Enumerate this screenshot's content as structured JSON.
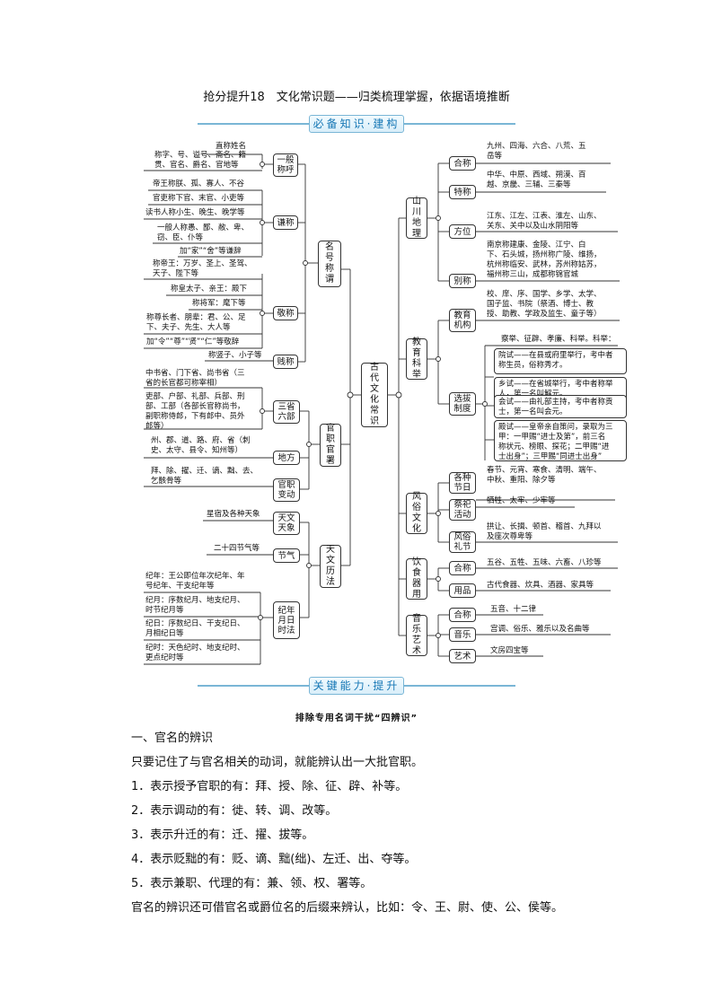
{
  "title": "抢分提升18　文化常识题——归类梳理掌握，依据语境推断",
  "banner1": "必备知识·建构",
  "banner2": "关键能力·提升",
  "center": "古代文化常识",
  "left": {
    "mingha": "名号称谓",
    "guanzhi": "官职官署",
    "tianwen": "天文历法",
    "yiban": "一般称呼",
    "qianc": "谦称",
    "jingc": "敬称",
    "jianc": "贱称",
    "sansheng": "三省六部",
    "difang": "地方",
    "guanbian": "官职变动",
    "tianwenxiang": "天文天象",
    "jieqi": "节气",
    "jinian": "纪年月日时法",
    "leaves": {
      "yiban_top": "直称姓名",
      "yiban": "称字、号、谥号、斋名、籍\n贯、官名、爵名、官地等",
      "q1": "帝王称朕、孤、寡人、不谷",
      "q2": "官吏称下官、末官、小吏等",
      "q3": "读书人称小生、晚生、晚学等",
      "q4": "一般人称愚、鄙、敝、卑、\n窃、臣、仆等",
      "q5": "加“家”“舍”等谦辞",
      "j1": "称帝王：万岁、圣上、圣驾、\n天子、陛下等",
      "j2": "称皇太子、亲王：殿下",
      "j3": "称将军：麾下等",
      "j4": "称尊长者、朋辈：君、公、足\n下、夫子、先生、大人等",
      "j5": "加“令”“尊”“贤”“仁”等敬辞",
      "jian": "称竖子、小子等",
      "s1": "中书省、门下省、尚书省（三\n省的长官都可称宰相）",
      "s2": "吏部、户部、礼部、兵部、刑\n部、工部（各部长官称尚书，\n副职称侍郎，下有郎中、员外\n郎等）",
      "df": "州、郡、道、路、府、省（刺\n史、太守、县令、知州等）",
      "bd": "拜、除、擢、迁、谪、黜、去、\n乞骸骨等",
      "tw": "星宿及各种天象",
      "jq": "二十四节气等",
      "n1": "纪年：王公即位年次纪年、年\n号纪年、干支纪年等",
      "n2": "纪月：序数纪月、地支纪月、\n时节纪月等",
      "n3": "纪日：序数纪日、干支纪日、\n月相纪日等",
      "n4": "纪时：天色纪时、地支纪时、\n更点纪时等"
    }
  },
  "right": {
    "shanchuan": "山川地理",
    "jiaoyu": "教育科举",
    "fengsu": "风俗文化",
    "yinshi": "饮食器用",
    "yinyue": "音乐艺术",
    "hecheng": "合称",
    "techeng": "特称",
    "fangwei": "方位",
    "biecheng": "别称",
    "jyjg": "教育机构",
    "xbzd": "选拔制度",
    "gzjr": "各种节日",
    "jshd": "祭祀活动",
    "fslj": "风俗礼节",
    "ys_hecheng": "合称",
    "yongpin": "用品",
    "yy_hecheng": "合称",
    "yinyue_b": "音乐",
    "yishu": "艺术",
    "leaves": {
      "hc": "九州、四海、六合、八荒、五\n岳等",
      "tc": "中华、中原、西域、朔漠、百\n越、京畿、三辅、三秦等",
      "fw": "江东、江左、江表、淮左、山东、\n关东、关中以及山水阴阳等",
      "bc": "南京称建康、金陵、江宁、白\n下、石头城，扬州称广陵、维扬，\n杭州称临安、武林，苏州称姑苏，\n福州称三山，成都称锦官城",
      "jy": "校、庠、序、国学、乡学、太学、\n国子监、书院（祭酒、博士、教\n授、助教、学政及监生、童子等）",
      "xb0": "察举、征辟、孝廉、科举。科举：",
      "xb1": "院试——在县或府里举行，考中者\n称生员，俗称秀才。",
      "xb2": "乡试——在省城举行，考中者称举\n人，第一名叫解元。",
      "xb3": "会试——由礼部主持，考中者称贡\n士，第一名叫会元。",
      "xb4": "殿试——皇帝亲自策问，录取为三\n甲：一甲赐“进士及第”，前三名\n称状元、榜眼、探花；二甲赐“进\n士出身”；三甲赐“同进士出身”",
      "jr": "春节、元宵、寒食、清明、端午、\n中秋、重阳、除夕等",
      "js": "牺牲、太牢、少牢等",
      "ls": "拱让、长揖、顿首、稽首、九拜以\n及座次尊卑等",
      "yshc": "五谷、五牲、五味、六畜、八珍等",
      "yp": "古代食器、炊具、酒器、家具等",
      "yyhc": "五音、十二律",
      "yy": "宫调、俗乐、雅乐以及名曲等",
      "ysh": "文房四宝等"
    }
  },
  "subtitle": "排除专用名词干扰“四辨识”",
  "section": "一、官名的辨识",
  "paragraphs": [
    "只要记住了与官名相关的动词，就能辨认出一大批官职。",
    "1．表示授予官职的有：拜、授、除、征、辟、补等。",
    "2．表示调动的有：徙、转、调、改等。",
    "3．表示升迁的有：迁、擢、拔等。",
    "4．表示贬黜的有：贬、谪、黜(绌)、左迁、出、夺等。",
    "5．表示兼职、代理的有：兼、领、权、署等。",
    "官名的辨识还可借官名或爵位名的后缀来辨认，比如：令、王、尉、使、公、侯等。"
  ]
}
